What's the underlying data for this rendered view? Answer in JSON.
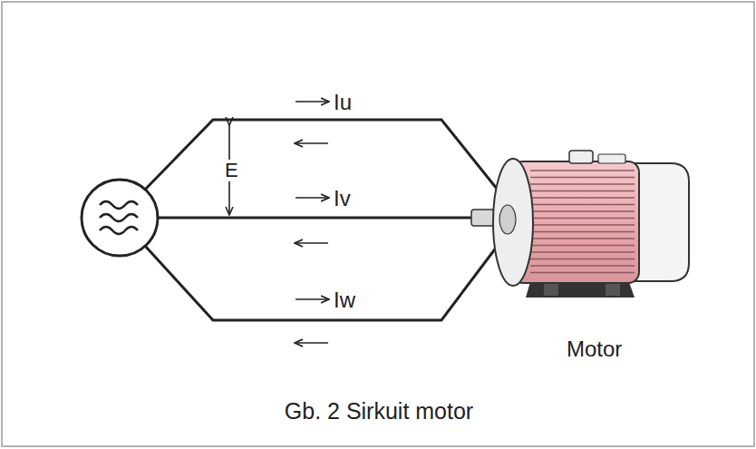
{
  "diagram": {
    "caption": "Gb. 2 Sirkuit motor",
    "labels": [
      "Iu",
      "E",
      "Iv",
      "Iw",
      "Motor"
    ]
  }
}
